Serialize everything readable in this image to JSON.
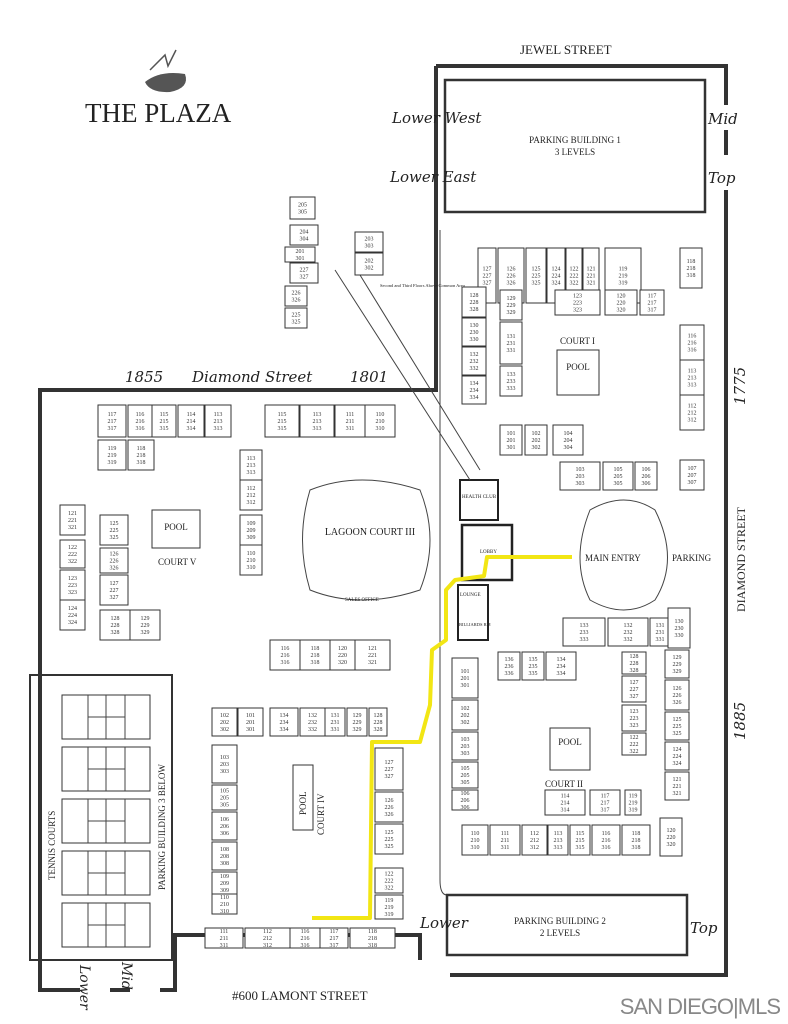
{
  "logo": {
    "title": "THE PLAZA"
  },
  "streets": {
    "north": "JEWEL STREET",
    "diamond_west": {
      "left_number": "1855",
      "name": "Diamond Street",
      "right_number": "1801"
    },
    "diamond_east_number_top": "1775",
    "diamond_east_name": "DIAMOND STREET",
    "diamond_east_number_bottom": "1885",
    "south": "#600 LAMONT STREET"
  },
  "parking": {
    "building1": {
      "name": "PARKING BUILDING 1",
      "levels": "3 LEVELS",
      "lower_west": "Lower West",
      "lower_east": "Lower East",
      "mid": "Mid",
      "top": "Top"
    },
    "building2": {
      "name": "PARKING BUILDING 2",
      "levels": "2 LEVELS",
      "lower": "Lower",
      "top": "Top"
    },
    "building3": {
      "name": "PARKING BUILDING 3 BELOW",
      "lower": "Lower",
      "mid": "Mid"
    },
    "entry_parking": "PARKING"
  },
  "areas": {
    "court1": "COURT I",
    "court2": "COURT II",
    "court3": "LAGOON COURT III",
    "court4": "COURT IV",
    "court5": "COURT V",
    "pool": "POOL",
    "tennis": "TENNIS COURTS",
    "main_entry": "MAIN ENTRY",
    "health_club": "HEALTH CLUB",
    "lobby": "LOBBY",
    "lounge": "LOUNGE",
    "billiards": "BILLIARDS RM",
    "sales_office": "SALES OFFICE",
    "note": "Second and Third Floors Above Common Area"
  },
  "route_color": "#f2e614",
  "units": [
    "205 305",
    "204 304",
    "201 301",
    "227 327",
    "226 326",
    "225 325",
    "203 303",
    "202 302",
    "127 227 327",
    "126 226 326",
    "125 225 325",
    "124 224 324",
    "122 222 322",
    "121 221 321",
    "119 219 319",
    "118 218 318",
    "128 228 328",
    "130 230 330",
    "132 232 332",
    "134 234 334",
    "129 229 329",
    "131 231 331",
    "133 233 333",
    "123 223 323",
    "120 220 320",
    "117 217 317",
    "116 216 316",
    "113 213 313",
    "112 212 312",
    "107 207 307",
    "101 201 301",
    "102 202 302",
    "104 204 304",
    "103 203 303",
    "105 205 305",
    "106 206 306",
    "117 217 317",
    "116 216 316",
    "115 215 315",
    "114 214 314",
    "113 213 313",
    "115 215 315",
    "113 213 313",
    "111 211 311",
    "110 210 310",
    "133 233 333",
    "132 232 332",
    "131 231 331",
    "130 230 330",
    "136 236 336",
    "135 235 335",
    "134 234 334",
    "101 201 301",
    "102 202 302",
    "103 203 303",
    "105 205 305",
    "106 206 306",
    "109 209 309",
    "128 228 328",
    "127 227 327",
    "123 223 323",
    "122 222 322",
    "129 229 329",
    "126 226 326",
    "125 225 325",
    "124 224 324",
    "121 221 321",
    "114 214 314",
    "117 217 317",
    "119 219 319",
    "110 210 310",
    "111 211 311",
    "112 212 312",
    "113 213 313",
    "115 215 315",
    "116 216 316",
    "118 218 318",
    "120 220 320",
    "102 202 302",
    "101 201 301",
    "134 234 334",
    "132 232 332",
    "131 231 331",
    "129 229 329",
    "128 228 328",
    "103 203 303",
    "105 205 305",
    "106 206 306",
    "108 208 308",
    "109 209 309",
    "110 210 310",
    "127 227 327",
    "126 226 326",
    "125 225 325",
    "122 222 322",
    "119 219 319",
    "111 211 311",
    "112 212 312",
    "116 216 316",
    "117 217 317",
    "118 218 318",
    "116 216 316",
    "118 218 318",
    "120 220 320",
    "121 221 321",
    "121 221 321",
    "122 222 322",
    "123 223 323",
    "124 224 324",
    "125 225 325",
    "126 226 326",
    "127 227 327",
    "128 228 328",
    "129 229 329",
    "119 219 319",
    "118 218 318",
    "113 213 313",
    "112 212 312",
    "109 209 309",
    "110 210 310"
  ],
  "watermark": "SAN DIEGO|MLS"
}
